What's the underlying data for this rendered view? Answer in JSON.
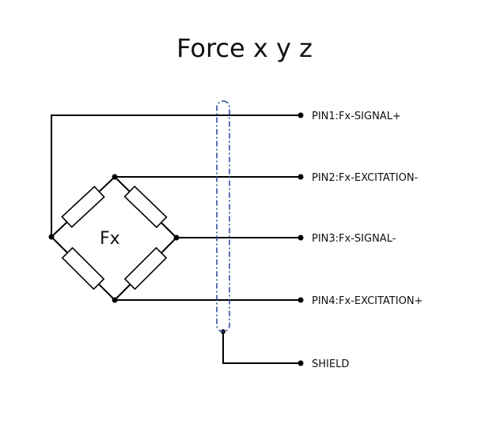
{
  "title": "Force x y z",
  "bridge_label": "Fx",
  "pins": {
    "pin1": "PIN1:Fx-SIGNAL+",
    "pin2": "PIN2:Fx-EXCITATION-",
    "pin3": "PIN3:Fx-SIGNAL-",
    "pin4": "PIN4:Fx-EXCITATION+",
    "shield": "SHIELD"
  },
  "colors": {
    "wire": "#000000",
    "shield": "#2b4fa0"
  }
}
